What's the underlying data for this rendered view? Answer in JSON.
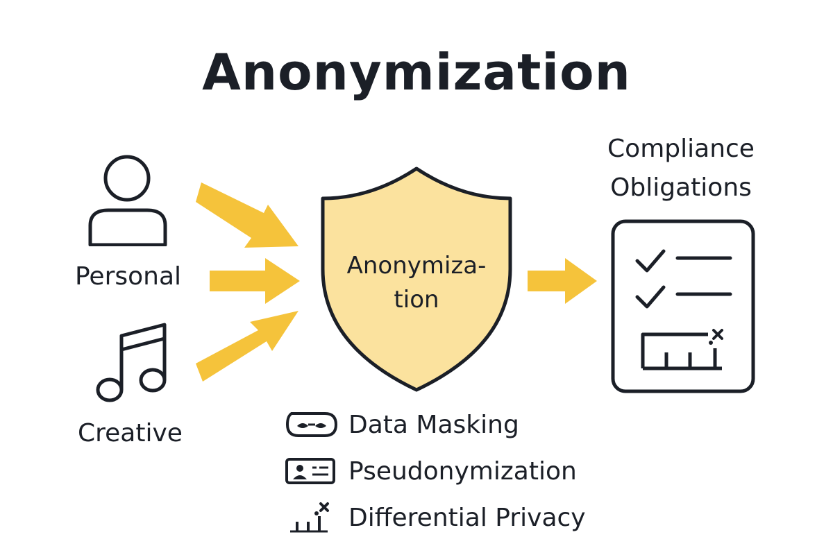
{
  "title": "Anonymization",
  "sources": [
    {
      "label": "Personal",
      "icon": "person-icon"
    },
    {
      "label": "Creative",
      "icon": "music-note-icon"
    }
  ],
  "center": {
    "line1": "Anonymiza-",
    "line2": "tion",
    "icon": "shield-icon"
  },
  "output": {
    "line1": "Compliance",
    "line2": "Obligations",
    "icon": "checklist-icon"
  },
  "techniques": [
    {
      "label": "Data Masking",
      "icon": "mask-icon"
    },
    {
      "label": "Pseudonymization",
      "icon": "id-card-icon"
    },
    {
      "label": "Differential Privacy",
      "icon": "noise-chart-icon"
    }
  ],
  "colors": {
    "arrow": "#f5c33b",
    "shield_fill": "#fbe29e",
    "stroke": "#1b1f27"
  }
}
